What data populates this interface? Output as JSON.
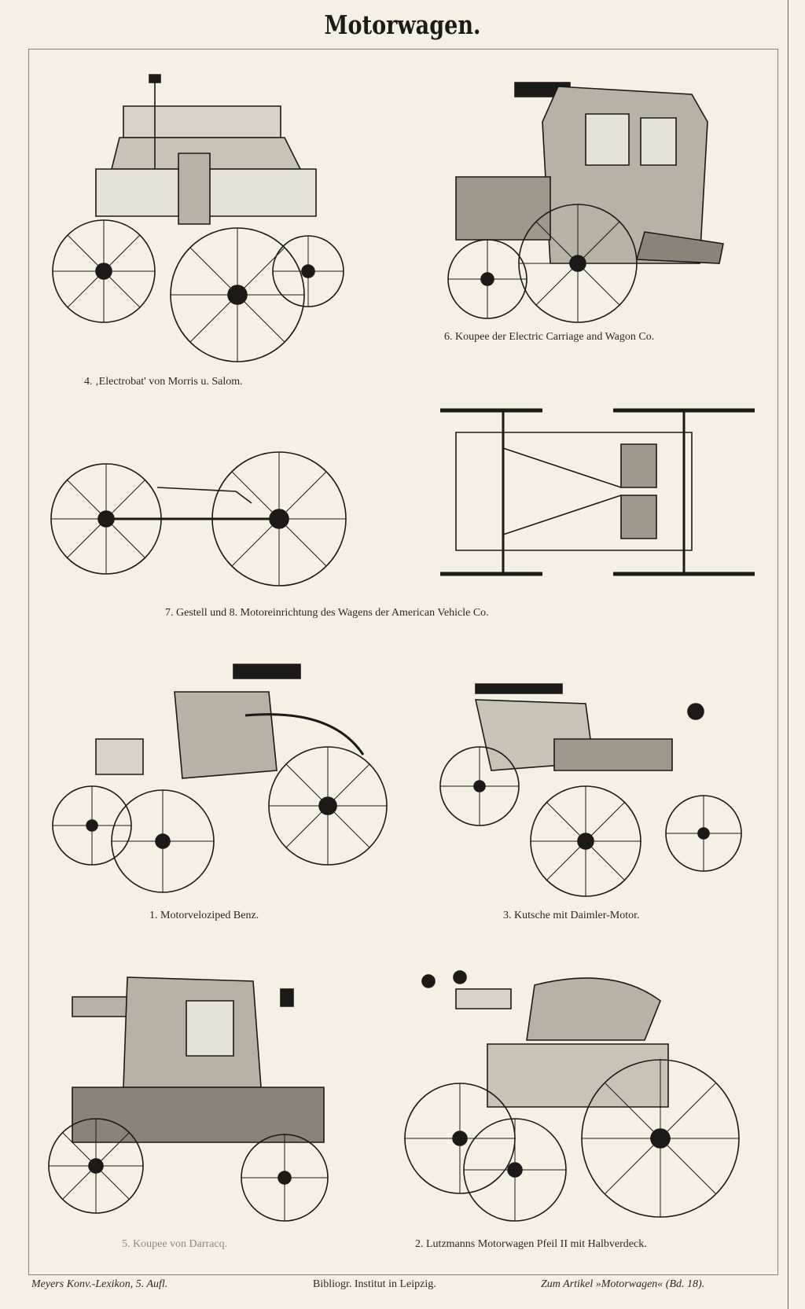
{
  "plate": {
    "title": "Motorwagen.",
    "colors": {
      "paper": "#f5f0e3",
      "ink": "#1c1a17",
      "faded_ink": "#8e8a82"
    }
  },
  "figures": [
    {
      "number": "4",
      "caption": "4. ‚Electrobat' von Morris u. Salom.",
      "icon": "electrobat-car-illustration"
    },
    {
      "number": "6",
      "caption": "6. Koupee der Electric Carriage and Wagon Co.",
      "icon": "coupe-car-illustration"
    },
    {
      "number": "7/8",
      "caption": "7. Gestell und 8. Motoreinrichtung des Wagens der American Vehicle Co.",
      "icon": "chassis-illustration"
    },
    {
      "number": "1",
      "caption": "1. Motorveloziped Benz.",
      "icon": "benz-car-illustration"
    },
    {
      "number": "3",
      "caption": "3. Kutsche mit Daimler-Motor.",
      "icon": "daimler-carriage-illustration"
    },
    {
      "number": "5",
      "caption": "5. Koupee von Darracq.",
      "icon": "darracq-coupe-illustration"
    },
    {
      "number": "2",
      "caption": "2. Lutzmanns Motorwagen Pfeil II mit Halbverdeck.",
      "icon": "lutzmann-car-illustration"
    }
  ],
  "footer": {
    "left": "Meyers Konv.-Lexikon, 5. Aufl.",
    "center": "Bibliogr. Institut in Leipzig.",
    "right": "Zum Artikel »Motorwagen« (Bd. 18)."
  }
}
